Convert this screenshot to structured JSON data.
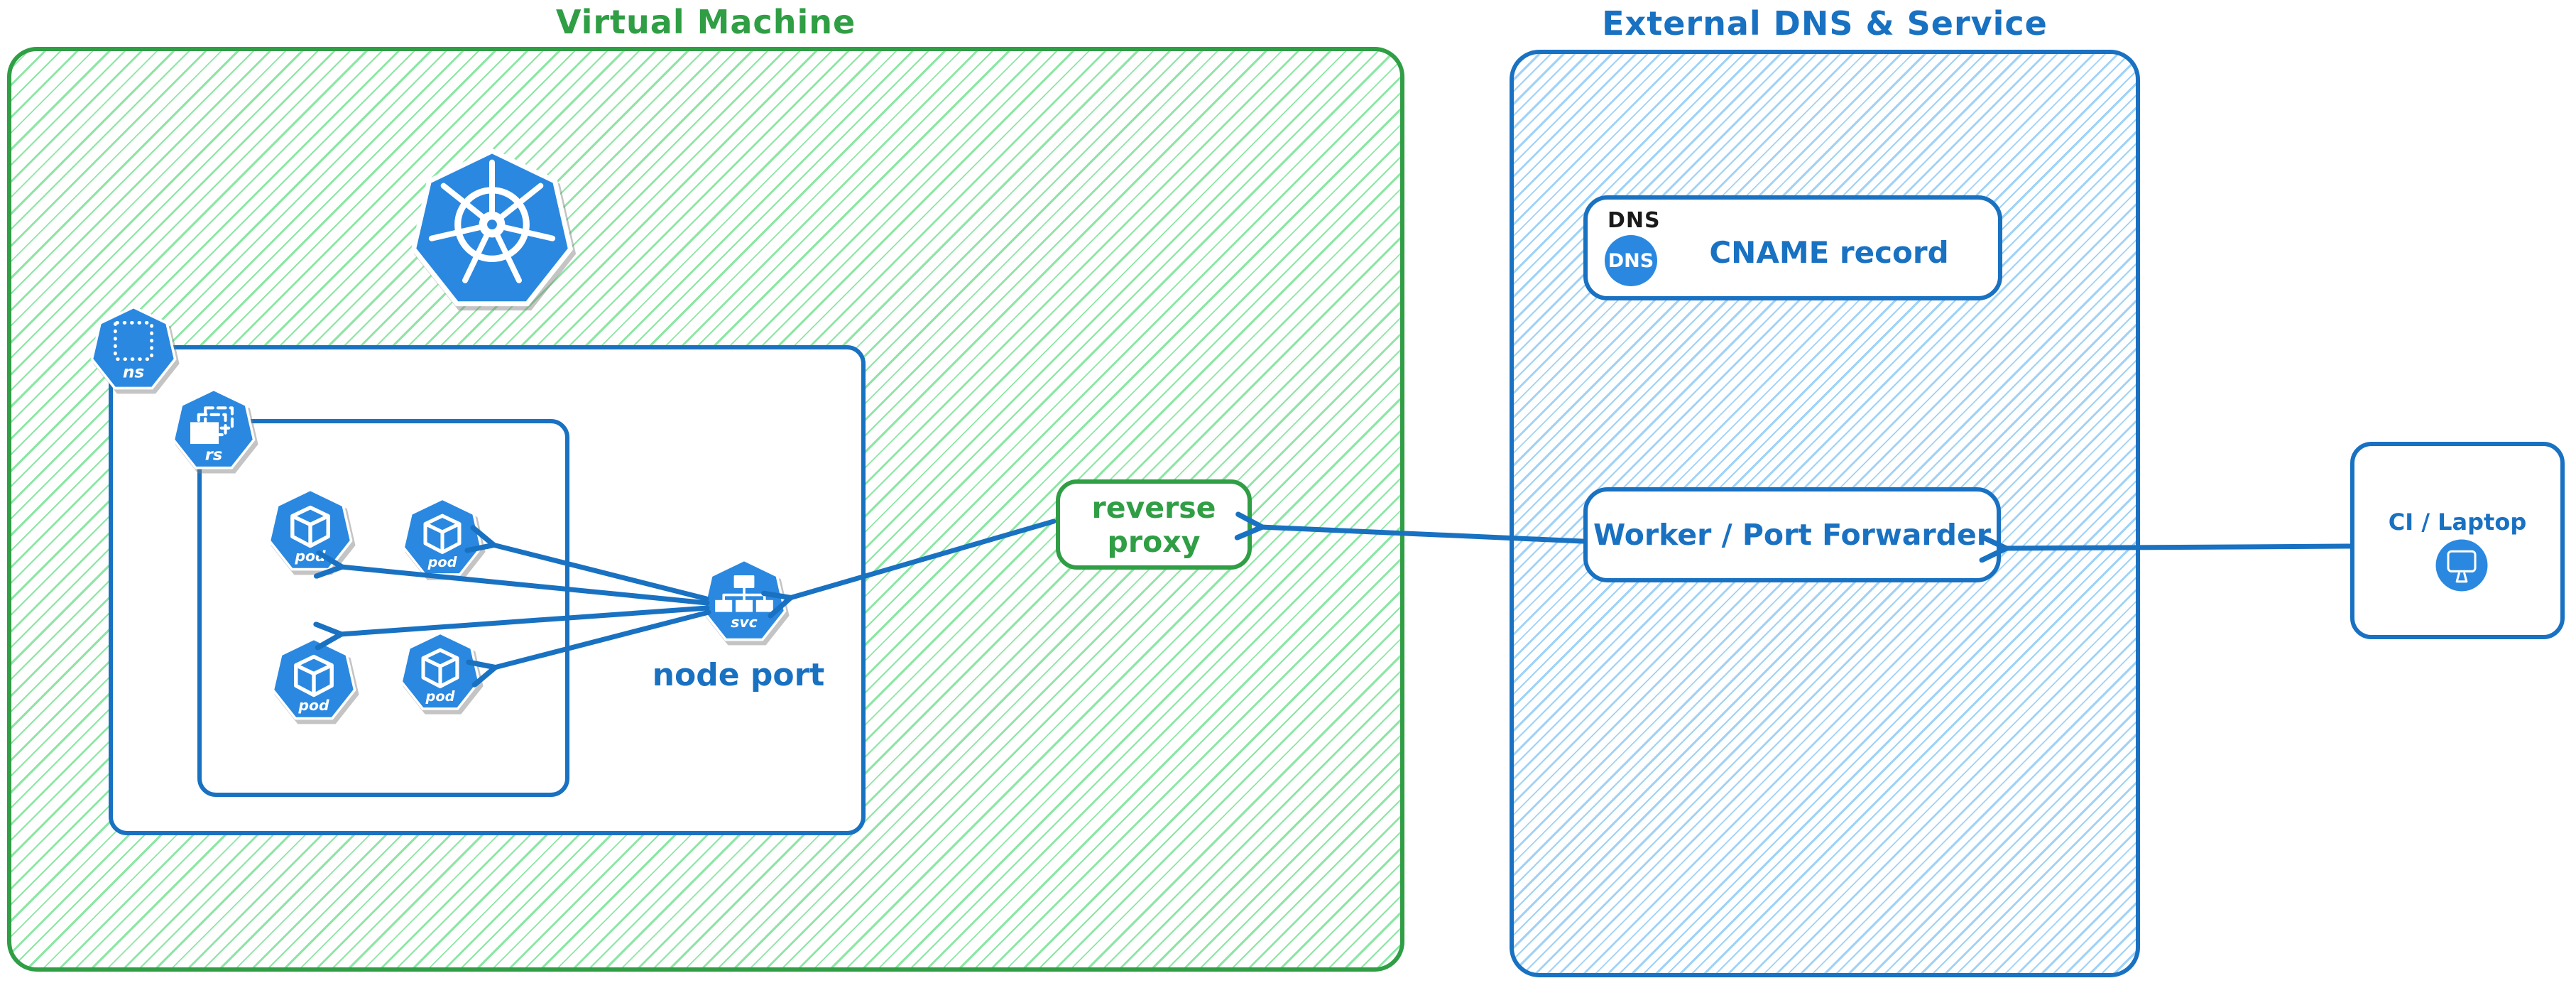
{
  "vm": {
    "title": "Virtual Machine"
  },
  "external": {
    "title": "External DNS & Service"
  },
  "nodes": {
    "reverse_proxy": {
      "label": "reverse proxy"
    },
    "node_port": {
      "label": "node port"
    },
    "dns": {
      "tag": "DNS",
      "badge": "DNS",
      "record_label": "CNAME record"
    },
    "worker": {
      "label": "Worker / Port Forwarder"
    },
    "ci": {
      "label": "CI / Laptop"
    }
  },
  "icons": {
    "kubernetes": "kubernetes-logo",
    "ns": "ns",
    "rs": "rs",
    "svc": "svc",
    "pod": "pod",
    "dns_badge": "dns-badge",
    "laptop": "monitor"
  },
  "pods_count": 4,
  "colors": {
    "green": "#2f9e44",
    "green_hatch": "#8ce6a4",
    "blue": "#1971c2",
    "blue_hatch": "#a0d2f7",
    "icon_blue": "#2a88e0",
    "ink": "#1a1a1a"
  },
  "edges": [
    {
      "from": "ci-laptop",
      "to": "worker-port-forwarder"
    },
    {
      "from": "worker-port-forwarder",
      "to": "reverse-proxy"
    },
    {
      "from": "reverse-proxy",
      "to": "node-port-service"
    },
    {
      "from": "node-port-service",
      "to": "pod-1"
    },
    {
      "from": "node-port-service",
      "to": "pod-2"
    },
    {
      "from": "node-port-service",
      "to": "pod-3"
    },
    {
      "from": "node-port-service",
      "to": "pod-4"
    }
  ]
}
